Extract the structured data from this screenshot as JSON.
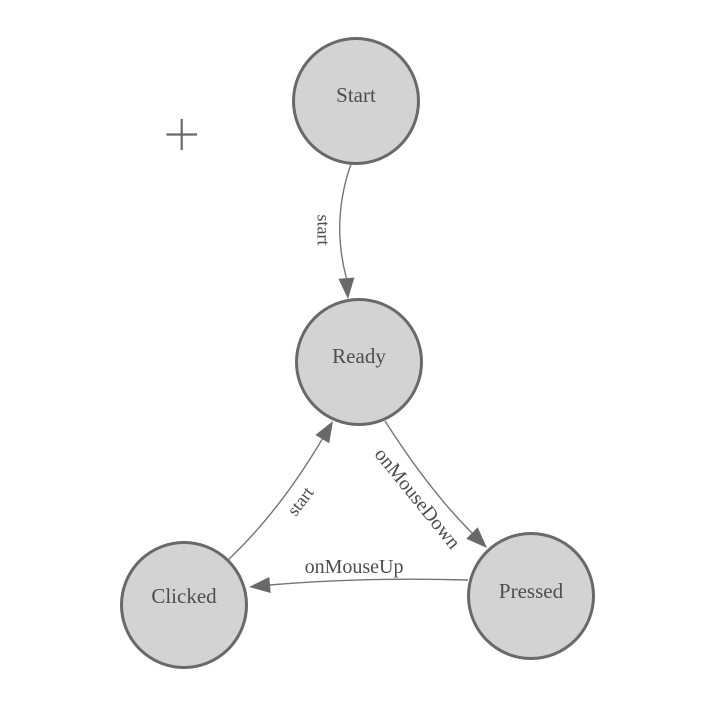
{
  "diagram": {
    "type": "state-machine",
    "colors": {
      "background": "#ffffff",
      "node_fill": "#d3d3d3",
      "node_border": "#696969",
      "edge_line": "#757575",
      "arrow_fill": "#696969",
      "label_text": "#4d4d4d"
    },
    "nodes": [
      {
        "id": "start",
        "label": "Start"
      },
      {
        "id": "ready",
        "label": "Ready"
      },
      {
        "id": "clicked",
        "label": "Clicked"
      },
      {
        "id": "pressed",
        "label": "Pressed"
      }
    ],
    "edges": [
      {
        "from": "Start",
        "to": "Ready",
        "label": "start"
      },
      {
        "from": "Ready",
        "to": "Pressed",
        "label": "onMouseDown"
      },
      {
        "from": "Pressed",
        "to": "Clicked",
        "label": "onMouseUp"
      },
      {
        "from": "Clicked",
        "to": "Ready",
        "label": "start"
      }
    ],
    "icons": {
      "crosshair": "plus-crosshair"
    }
  }
}
